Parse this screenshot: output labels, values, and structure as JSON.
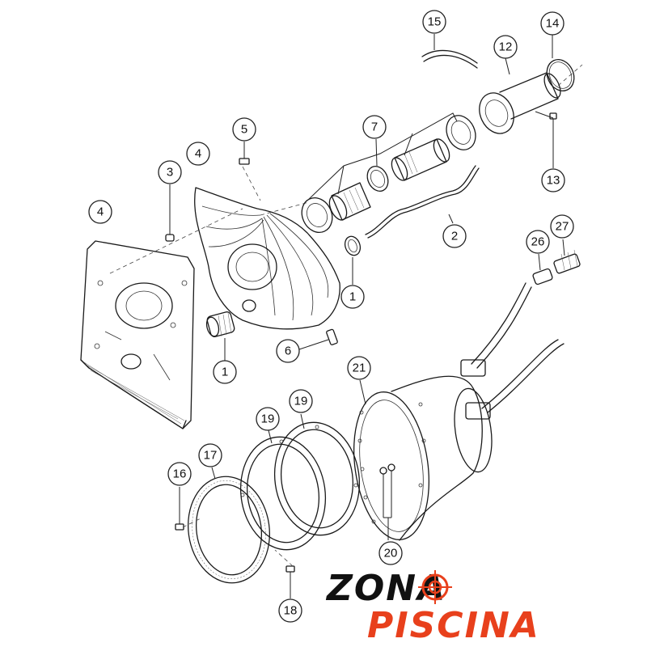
{
  "callouts": [
    "15",
    "14",
    "12",
    "7",
    "5",
    "4",
    "3",
    "4",
    "13",
    "2",
    "27",
    "26",
    "1",
    "6",
    "1",
    "21",
    "19",
    "19",
    "17",
    "16",
    "20",
    "18"
  ],
  "brand": {
    "line1": "ZONA",
    "line2": "PISCINA",
    "color_dark": "#111111",
    "color_accent": "#e8401c"
  }
}
